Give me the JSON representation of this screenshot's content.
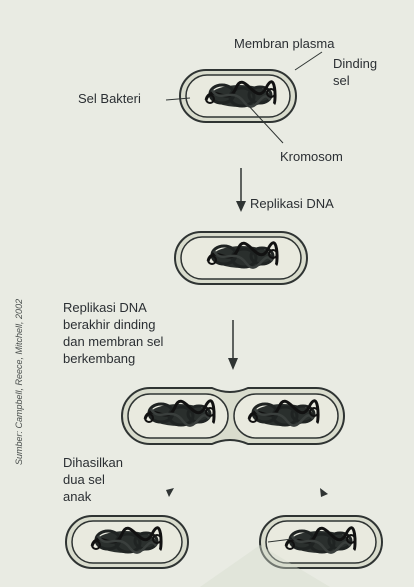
{
  "labels": {
    "membran_plasma": "Membran plasma",
    "dinding_sel_line1": "Dinding",
    "dinding_sel_line2": "sel",
    "sel_bakteri": "Sel Bakteri",
    "kromosom": "Kromosom",
    "replikasi_dna": "Replikasi DNA",
    "replikasi_berakhir_line1": "Replikasi DNA",
    "replikasi_berakhir_line2": "berakhir dinding",
    "replikasi_berakhir_line3": "dan membran sel",
    "replikasi_berakhir_line4": "berkembang",
    "dihasilkan_line1": "Dihasilkan",
    "dihasilkan_line2": "dua sel",
    "dihasilkan_line3": "anak",
    "credit": "Sumber: Campbell, Reece, Mitchell, 2002"
  },
  "colors": {
    "background": "#e9ebe3",
    "cell_fill": "#d9dccd",
    "cell_wall": "#2f3433",
    "inner_fill": "#e9eadf",
    "chromosome": "#1f2322",
    "text": "#2b2f33"
  }
}
